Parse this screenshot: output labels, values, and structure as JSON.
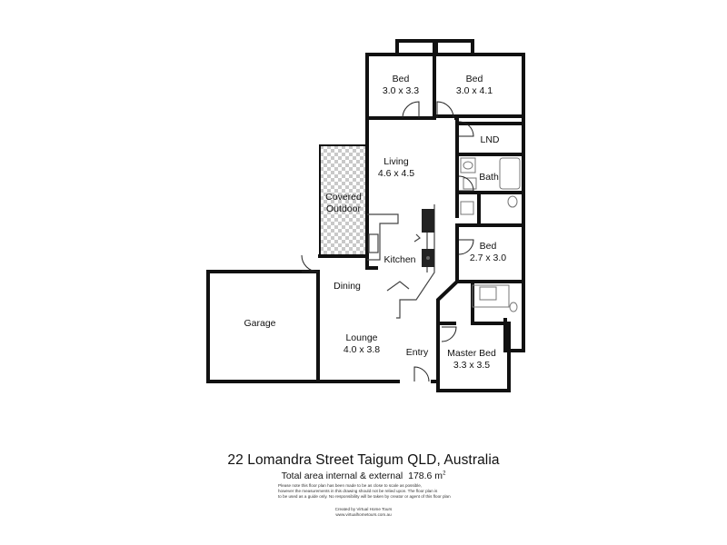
{
  "rooms": {
    "bed1": {
      "name": "Bed",
      "dims": "3.0 x 3.3"
    },
    "bed2": {
      "name": "Bed",
      "dims": "3.0 x 4.1"
    },
    "lnd": {
      "name": "LND"
    },
    "living": {
      "name": "Living",
      "dims": "4.6 x 4.5"
    },
    "bath": {
      "name": "Bath"
    },
    "covered": {
      "line1": "Covered",
      "line2": "Outdoor"
    },
    "kitchen": {
      "name": "Kitchen"
    },
    "bed3": {
      "name": "Bed",
      "dims": "2.7 x  3.0"
    },
    "dining": {
      "name": "Dining"
    },
    "garage": {
      "name": "Garage"
    },
    "lounge": {
      "name": "Lounge",
      "dims": "4.0 x 3.8"
    },
    "entry": {
      "name": "Entry"
    },
    "master": {
      "name": "Master Bed",
      "dims": "3.3 x 3.5"
    }
  },
  "footer": {
    "address": "22 Lomandra Street Taigum QLD, Australia",
    "area_label": "Total area internal & external",
    "area_value": "178.6 m",
    "area_unit_sup": "2",
    "disclaimer": [
      "Please note this floor plan has been made to be as close to scale as possible,",
      "however the measurements in this drawing should not be relied upon. The floor plan is",
      "to be used as a guide only. No responsibility will be taken by creator or agent of this floor plan"
    ],
    "credit_line1": "Created by Virtual Home Tours",
    "credit_line2": "www.virtualhometours.com.au"
  },
  "colors": {
    "wall": "#111111",
    "covered_pattern": "#c8c8c8",
    "fixture": "#777777"
  }
}
